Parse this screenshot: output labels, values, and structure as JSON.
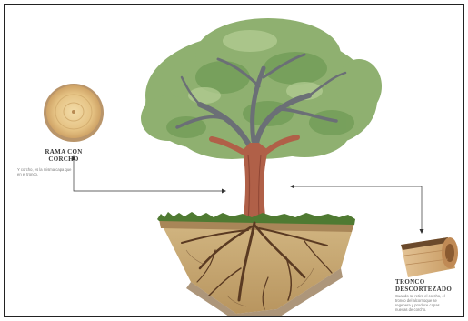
{
  "labels": {
    "branch": {
      "title": "RAMA CON CORCHO",
      "description": "Y corcho, es la misma capa que en el tronco."
    },
    "trunk": {
      "title": "TRONCO DESCORTEZADO",
      "description": "Cuando se retira el corcho, el tronco del alcornoque se regenera y produce capas nuevas de corcho."
    }
  },
  "colors": {
    "foliage": "#8fb070",
    "foliage_dark": "#5f8a48",
    "branch_bark": "#6b6f76",
    "trunk": "#b06048",
    "soil": "#c9ad7c",
    "soil_dark": "#8a6a42",
    "grass": "#4f7a32",
    "roots": "#5a3a22",
    "cork_ring": "#e8c98a",
    "connector": "#333333"
  }
}
